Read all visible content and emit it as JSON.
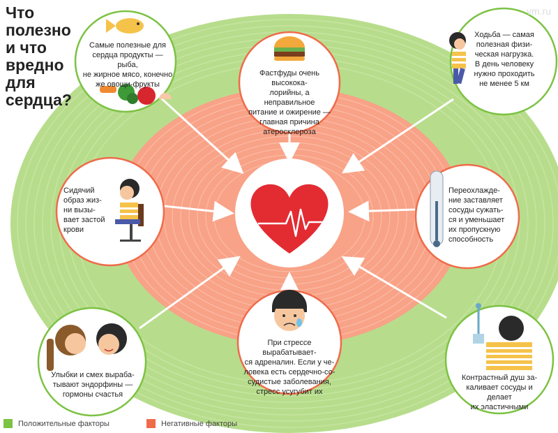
{
  "title": "Что\nполезно\nи что\nвредно\nдля\nсердца?",
  "watermark": "vm.ru",
  "colors": {
    "positive": "#7cc243",
    "negative": "#ef6b4a",
    "outer_ellipse": "#b7dd8c",
    "inner_ellipse": "#f8a287",
    "heart": "#e32b32"
  },
  "bubbles": {
    "fish": {
      "text": "Самые полезные для\nсердца продукты — рыба,\nне жирное мясо, конечно\nже овощи-фрукты",
      "icon": "fish-and-vegetables-icon"
    },
    "fastfood": {
      "text": "Фастфуды очень высокока-\nлорийны, а неправильное\nпитание и ожирение —\nглавная причина\nатеросклероза",
      "icon": "burger-icon"
    },
    "walking": {
      "text": "Ходьба — самая\nполезная физи-\nческая нагрузка.\nВ день человеку\nнужно проходить\nне менее 5 км",
      "icon": "walking-boy-icon"
    },
    "sitting": {
      "text": "Сидячий\nобраз жиз-\nни вызы-\nвает застой\nкрови",
      "icon": "sitting-boy-icon"
    },
    "cold": {
      "text": "Переохлажде-\nние заставляет\nсосуды сужать-\nся и уменьшает\nих пропускную\nспособность",
      "icon": "thermometer-icon"
    },
    "stress": {
      "text": "При стрессе вырабатывает-\nся адреналин. Если у че-\nловека есть сердечно-со-\nсудистые заболевания,\nстресс усугубит их",
      "icon": "crying-face-icon"
    },
    "smile": {
      "text": "Улыбки и смех выраба-\nтывают эндорфины —\nгормоны счастья",
      "icon": "smiling-kids-icon"
    },
    "shower": {
      "text": "Контрастный душ за-\nкаливает сосуды и делает\nих эластичными",
      "icon": "shower-icon"
    }
  },
  "legend": {
    "positive_label": "Положительные факторы",
    "negative_label": "Негативные факторы"
  }
}
